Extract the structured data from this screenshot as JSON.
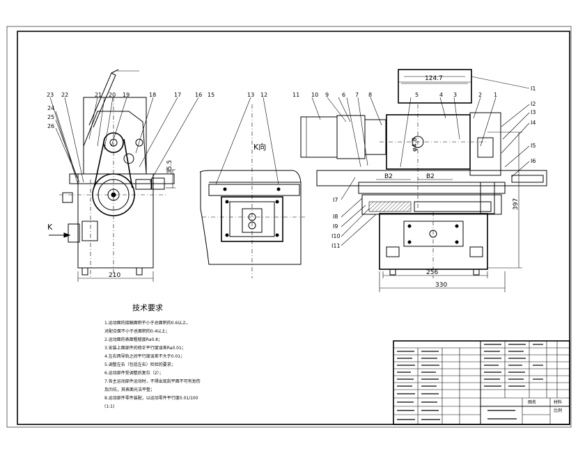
{
  "sheet": {
    "scale_label": "比例1:1"
  },
  "views": {
    "side_view_label": "K",
    "section_label": "K向"
  },
  "part_labels_left": [
    "23",
    "22",
    "21",
    "20",
    "19",
    "18",
    "17",
    "16",
    "15",
    "24",
    "25",
    "26"
  ],
  "part_labels_mid": [
    "13",
    "12"
  ],
  "part_labels_right_top": [
    "11",
    "10",
    "9",
    "6",
    "7",
    "8",
    "5",
    "4",
    "3",
    "2",
    "1"
  ],
  "part_labels_right_side": [
    "I1",
    "I2",
    "I3",
    "I4",
    "I5",
    "I6"
  ],
  "part_labels_right_lower": [
    "I7",
    "I8",
    "I9",
    "I10",
    "I11"
  ],
  "dimensions": {
    "left_width": "210",
    "left_height": "35.5",
    "top_width": "124.7",
    "diameter": "φ4.8",
    "b2_left": "B2",
    "b2_right": "B2",
    "bottom_inner": "256",
    "bottom_outer": "330",
    "height_right": "397"
  },
  "tech_req": {
    "title": "技术要求",
    "lines": [
      "1.运动面的接触面积不小于总面积的0.6以上，",
      "  对配合面不小于总面积的0.4以上；",
      "2.运动面的表面粗糙度Ra0.8；",
      "3.安装上面部件的修正平行度误差Ra0.01；",
      "4.左右两导轨之间平行度误差不大于0.01；",
      "5.调整左右（包括左右）检验的要求；",
      "6.运动部件受调整后复位（2）；",
      "7.各主运动部件运动时，不得出现刮平面不可有划伤",
      "  及凹坑，其表面光洁平整；",
      "8.运动部件零件装配，以运动零件平行度0.01/100",
      "  (1:1)"
    ]
  },
  "title_block": {
    "cell_text": [
      "图名",
      "材料",
      "比例"
    ]
  }
}
